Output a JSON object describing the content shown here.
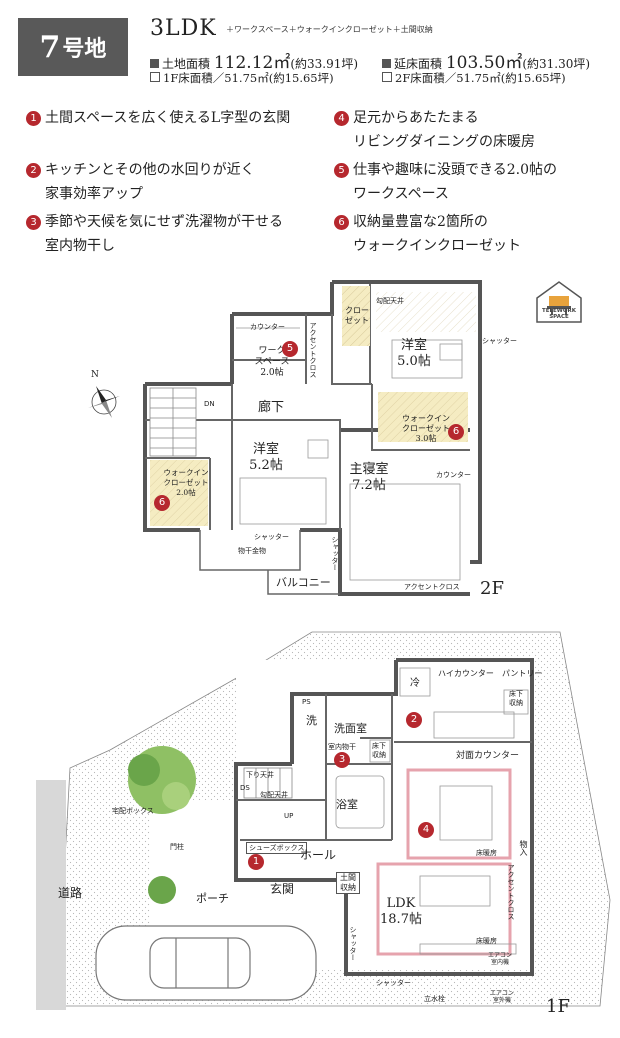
{
  "header": {
    "lot_number": "7",
    "lot_suffix": "号地",
    "layout": "3LDK",
    "layout_extras": "＋ワークスペース＋ウォークインクローゼット＋土間収納",
    "land_area_label": "土地面積",
    "land_area_value": "112.12㎡",
    "land_area_tsubo": "(約33.91坪)",
    "floor_area_label": "延床面積",
    "floor_area_value": "103.50㎡",
    "floor_area_tsubo": "(約31.30坪)",
    "floor1_area": "1F床面積／51.75㎡(約15.65坪)",
    "floor2_area": "2F床面積／51.75㎡(約15.65坪)"
  },
  "features": [
    {
      "num": "1",
      "lines": [
        "土間スペースを広く使えるL字型の玄関"
      ]
    },
    {
      "num": "2",
      "lines": [
        "キッチンとその他の水回りが近く",
        "家事効率アップ"
      ]
    },
    {
      "num": "3",
      "lines": [
        "季節や天候を気にせず洗濯物が干せる",
        "室内物干し"
      ]
    },
    {
      "num": "4",
      "lines": [
        "足元からあたたまる",
        "リビングダイニングの床暖房"
      ]
    },
    {
      "num": "5",
      "lines": [
        "仕事や趣味に没頭できる2.0帖の",
        "ワークスペース"
      ]
    },
    {
      "num": "6",
      "lines": [
        "収納量豊富な2箇所の",
        "ウォークインクローゼット"
      ]
    }
  ],
  "telework_badge": {
    "line1": "TELEWORK",
    "line2": "SPACE"
  },
  "compass_label": "N",
  "floor2": {
    "floor_label": "2F",
    "rooms": {
      "counter_top": "カウンター",
      "workspace": "ワーク\nスペース\n2.0帖",
      "workspace_name": "ワーク",
      "workspace_name2": "スペース",
      "workspace_size": "2.0帖",
      "accent_cross_v": "アクセントクロス",
      "closet": "クロー\nゼット",
      "closet1": "クロー",
      "closet2": "ゼット",
      "slope_ceiling": "勾配天井",
      "western_room_a": "洋室",
      "western_room_a_size": "5.0帖",
      "shutter_right": "シャッター",
      "hallway": "廊下",
      "dn": "DN",
      "wic_right_1": "ウォークイン",
      "wic_right_2": "クローゼット",
      "wic_right_size": "3.0帖",
      "western_room_b": "洋室",
      "western_room_b_size": "5.2帖",
      "wic_left_1": "ウォークイン",
      "wic_left_2": "クローゼット",
      "wic_left_size": "2.0帖",
      "master_bedroom": "主寝室",
      "master_bedroom_size": "7.2帖",
      "counter_right": "カウンター",
      "shutter_mid": "シャッター",
      "shutter_vertical": "シャッター",
      "drying_hardware": "物干金物",
      "balcony": "バルコニー",
      "accent_cross_bottom": "アクセントクロス"
    }
  },
  "floor1": {
    "floor_label": "1F",
    "rooms": {
      "high_counter": "ハイカウンター",
      "pantry": "パントリー",
      "fridge": "冷",
      "underfloor_storage": "床下\n収納",
      "underfloor_storage1": "床下",
      "underfloor_storage2": "収納",
      "wash": "洗",
      "washroom": "洗面室",
      "ps": "PS",
      "indoor_drying": "室内物干",
      "underfloor_storage_b1": "床下",
      "underfloor_storage_b2": "収納",
      "face_counter": "対面カウンター",
      "bathroom": "浴室",
      "dropped_ceiling": "下り天井",
      "ds": "DS",
      "slope_ceiling": "勾配天井",
      "up": "UP",
      "delivery_box": "宅配ボックス",
      "gate_pillar": "門柱",
      "shoes_box": "シューズボックス",
      "hall": "ホール",
      "floor_heating_top": "床暖房",
      "storage_in": "物入",
      "accent_cross": "アクセントクロス",
      "entrance": "玄関",
      "doma_storage1": "土間",
      "doma_storage2": "収納",
      "porch": "ポーチ",
      "ldk": "LDK",
      "ldk_size": "18.7帖",
      "shutter_left": "シャッター",
      "floor_heating_bottom": "床暖房",
      "ac_indoor1": "エアコン",
      "ac_indoor2": "室内機",
      "shutter_bottom": "シャッター",
      "standing_faucet": "立水栓",
      "ac_outdoor1": "エアコン",
      "ac_outdoor2": "室外機",
      "road": "道路"
    }
  },
  "colors": {
    "accent_red": "#b6282e",
    "closet_fill": "#f5ecc2",
    "floor_heating_border": "#e6a3ad",
    "header_box": "#595959",
    "ground_dots": "#b8b8b8"
  }
}
